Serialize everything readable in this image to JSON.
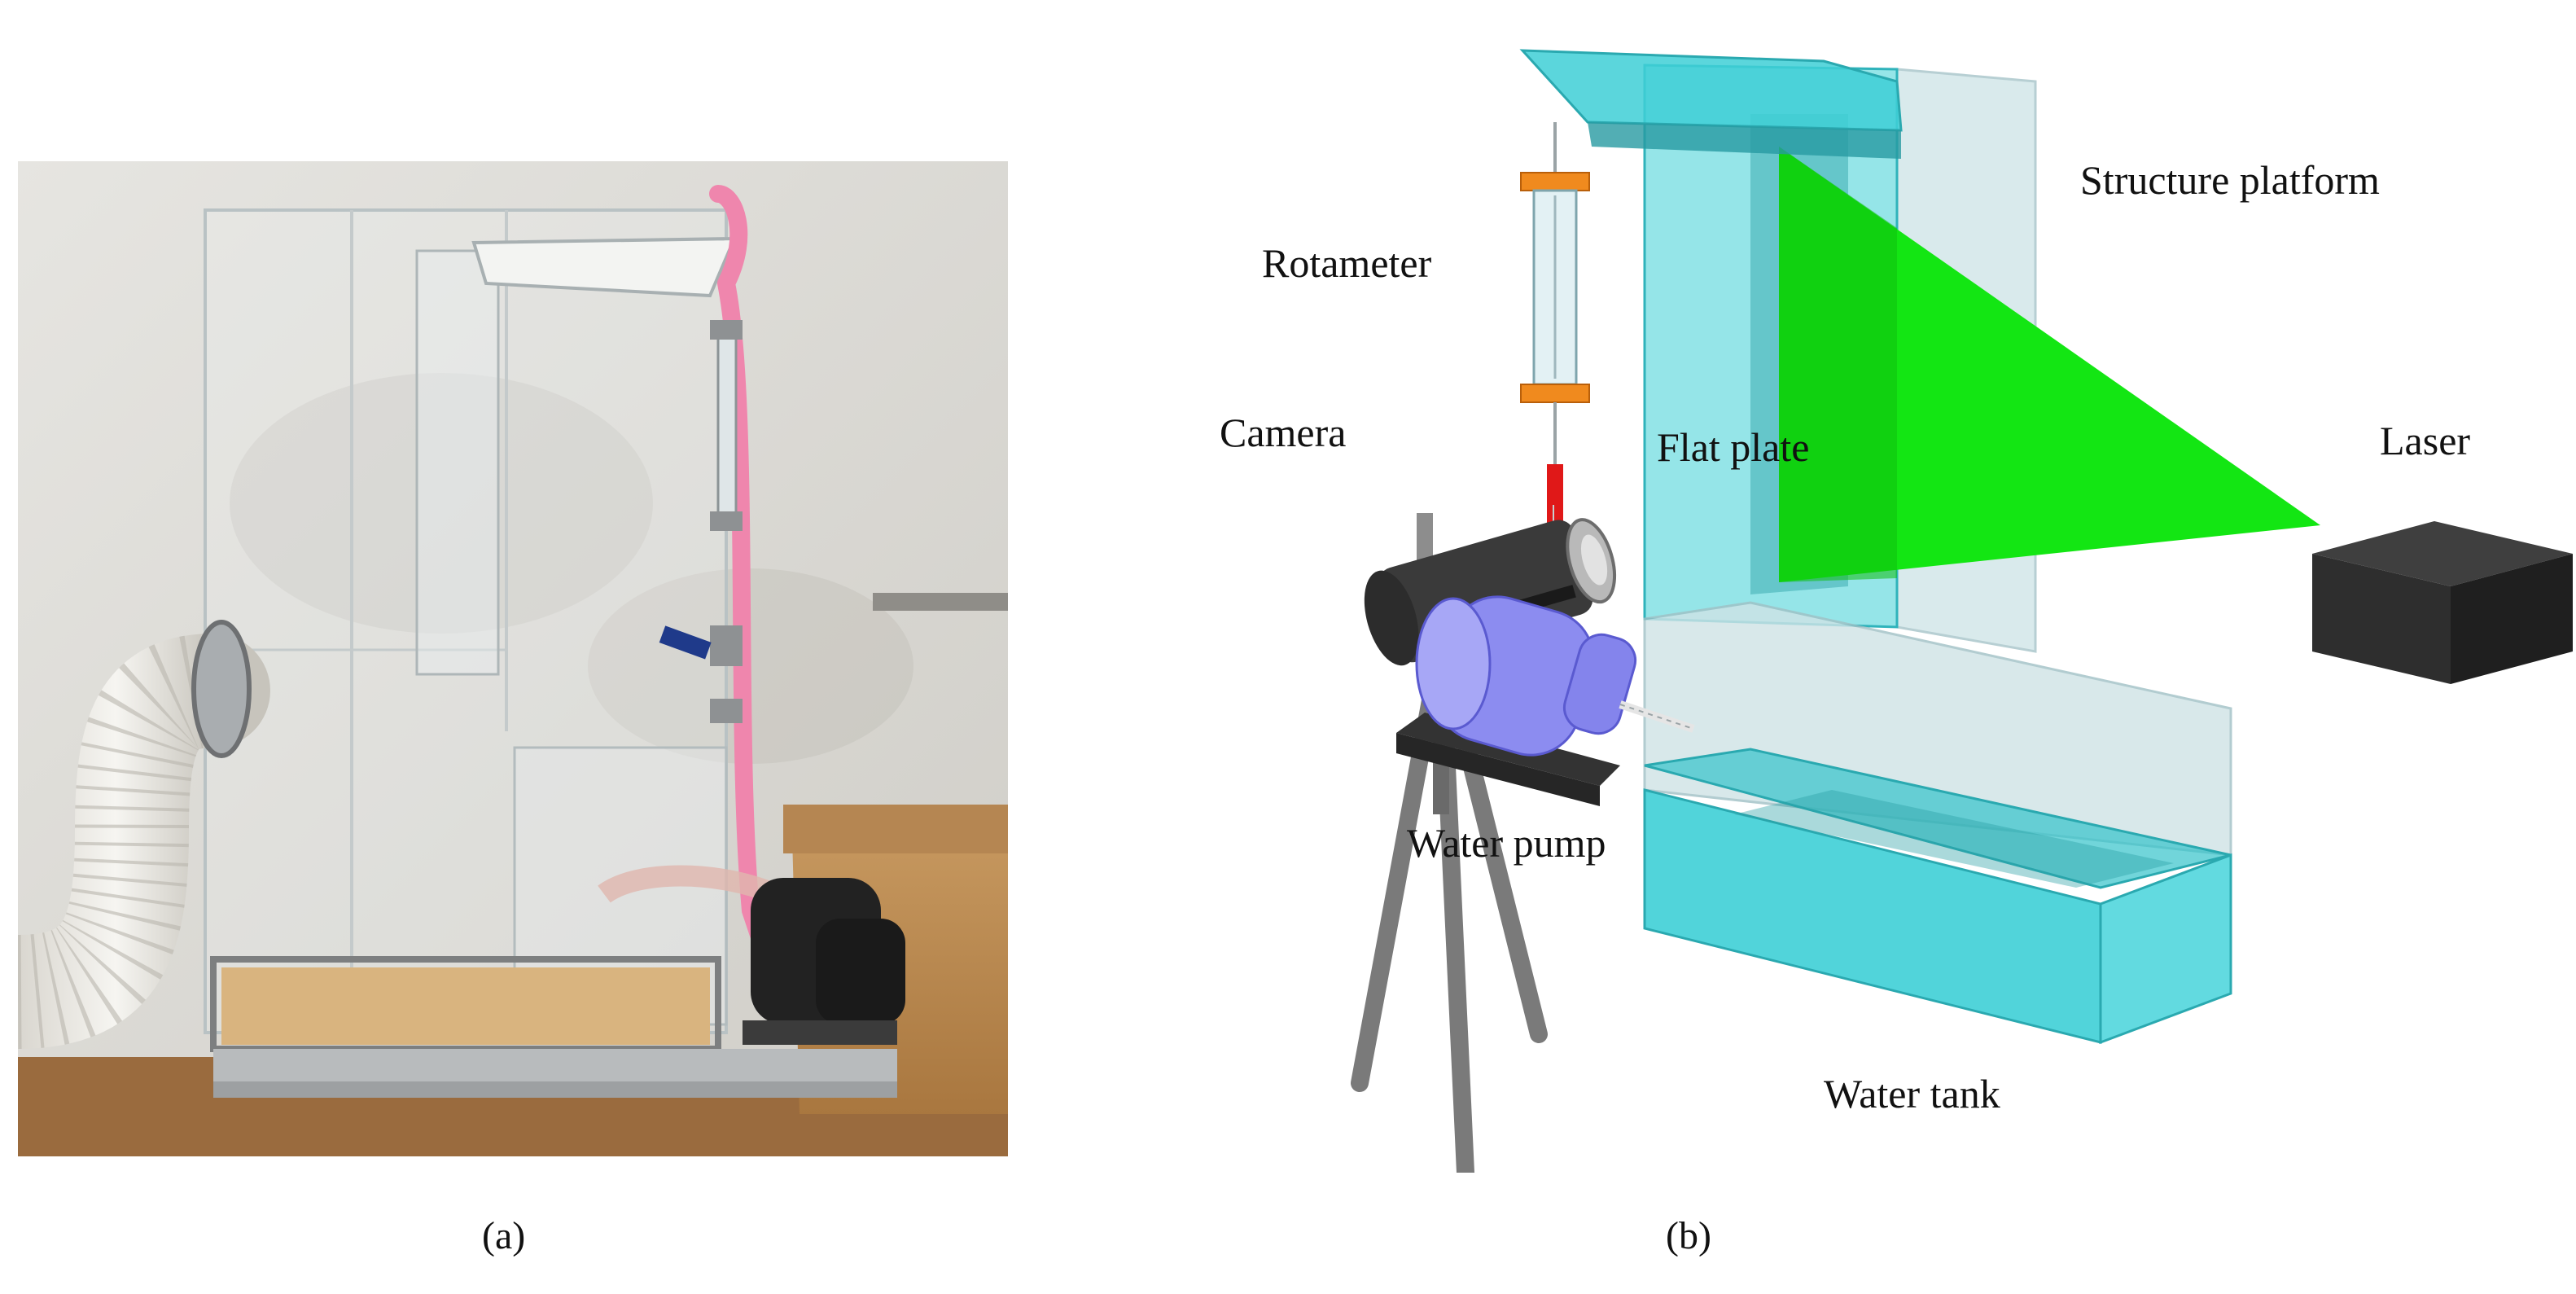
{
  "figure": {
    "panel_a": {
      "caption": "(a)"
    },
    "panel_b": {
      "caption": "(b)",
      "labels": {
        "rotameter": "Rotameter",
        "structure_platform": "Structure platform",
        "camera": "Camera",
        "flat_plate": "Flat plate",
        "laser": "Laser",
        "water_pump": "Water pump",
        "water_tank": "Water tank"
      },
      "colors": {
        "acrylic": "#3ecfd6",
        "laser_sheet": "#13e613",
        "pump": "#8c8cf0",
        "camera": "#3a3a3a",
        "tripod": "#7a7a7a",
        "rotameter_fitting": "#f08a1e",
        "laser_box": "#2a2a2a"
      }
    }
  }
}
